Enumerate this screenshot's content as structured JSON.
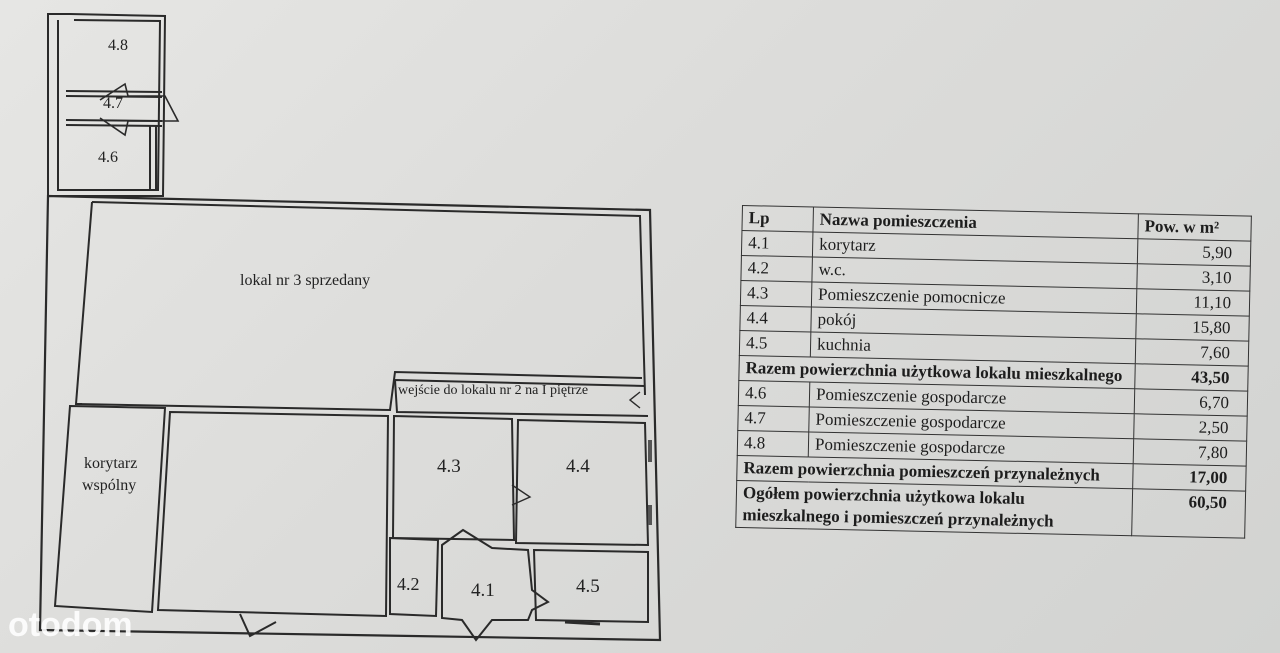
{
  "plan": {
    "rooms": [
      {
        "id": "4.8",
        "label": "4.8"
      },
      {
        "id": "4.7",
        "label": "4.7"
      },
      {
        "id": "4.6",
        "label": "4.6"
      },
      {
        "id": "4.3",
        "label": "4.3"
      },
      {
        "id": "4.4",
        "label": "4.4"
      },
      {
        "id": "4.2",
        "label": "4.2"
      },
      {
        "id": "4.1",
        "label": "4.1"
      },
      {
        "id": "4.5",
        "label": "4.5"
      }
    ],
    "sold_unit_label": "lokal nr 3 sprzedany",
    "entrance_label": "wejście do lokalu nr 2 na I piętrze",
    "corridor_label_1": "korytarz",
    "corridor_label_2": "wspólny"
  },
  "table": {
    "headers": {
      "lp": "Lp",
      "name": "Nazwa pomieszczenia",
      "area": "Pow. w m²"
    },
    "rows_flat": [
      {
        "lp": "4.1",
        "name": "korytarz",
        "area": "5,90"
      },
      {
        "lp": "4.2",
        "name": "w.c.",
        "area": "3,10"
      },
      {
        "lp": "4.3",
        "name": "Pomieszczenie pomocnicze",
        "area": "11,10"
      },
      {
        "lp": "4.4",
        "name": "pokój",
        "area": "15,80"
      },
      {
        "lp": "4.5",
        "name": "kuchnia",
        "area": "7,60"
      }
    ],
    "subtotal_flat": {
      "label": "Razem powierzchnia użytkowa lokalu mieszkalnego",
      "area": "43,50"
    },
    "rows_storage": [
      {
        "lp": "4.6",
        "name": "Pomieszczenie gospodarcze",
        "area": "6,70"
      },
      {
        "lp": "4.7",
        "name": "Pomieszczenie gospodarcze",
        "area": "2,50"
      },
      {
        "lp": "4.8",
        "name": "Pomieszczenie gospodarcze",
        "area": "7,80"
      }
    ],
    "subtotal_storage": {
      "label": "Razem powierzchnia pomieszczeń przynależnych",
      "area": "17,00"
    },
    "total": {
      "label": "Ogółem powierzchnia użytkowa lokalu mieszkalnego i pomieszczeń przynależnych",
      "area": "60,50"
    }
  },
  "watermark": "otodom"
}
